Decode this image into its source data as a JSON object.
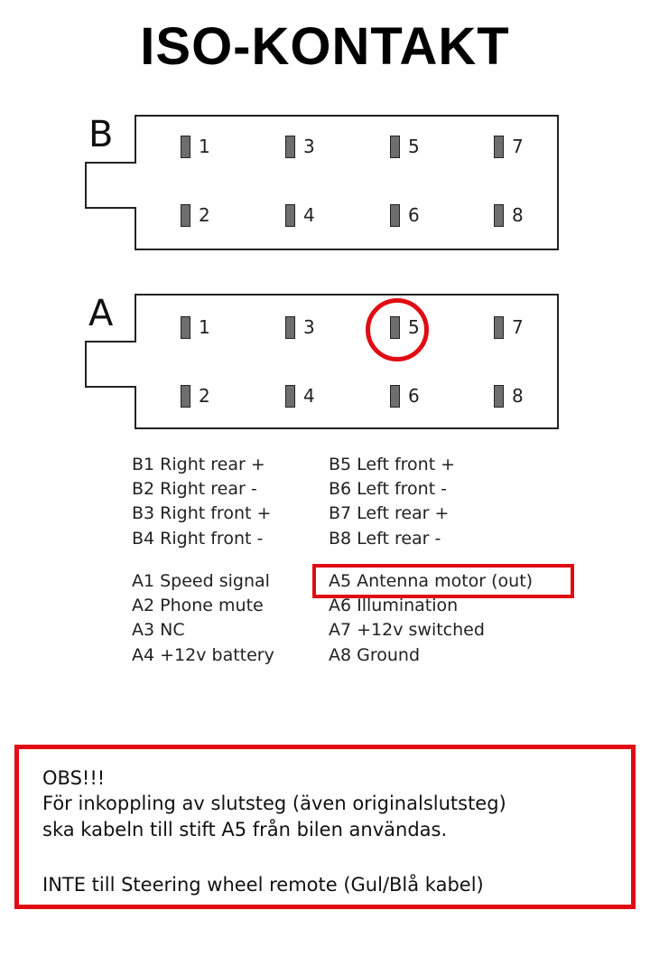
{
  "title": "ISO-KONTAKT",
  "connectors": [
    {
      "label": "B",
      "pins": [
        "1",
        "2",
        "3",
        "4",
        "5",
        "6",
        "7",
        "8"
      ]
    },
    {
      "label": "A",
      "pins": [
        "1",
        "2",
        "3",
        "4",
        "5",
        "6",
        "7",
        "8"
      ],
      "highlighted_pin": "5"
    }
  ],
  "legend": {
    "b_left": [
      "B1 Right rear +",
      "B2 Right rear -",
      "B3 Right front +",
      "B4 Right front -"
    ],
    "b_right": [
      "B5 Left front +",
      "B6 Left front -",
      "B7 Left rear +",
      "B8 Left rear -"
    ],
    "a_left": [
      "A1 Speed signal",
      "A2 Phone mute",
      "A3 NC",
      "A4 +12v battery"
    ],
    "a_right": [
      "A5 Antenna motor (out)",
      "A6 Illumination",
      "A7 +12v switched",
      "A8 Ground"
    ]
  },
  "note": {
    "lines": [
      "OBS!!!",
      "För inkoppling av slutsteg (även originalslutsteg)",
      "ska kabeln till stift A5 från bilen användas.",
      "",
      "INTE till Steering wheel remote (Gul/Blå kabel)"
    ]
  },
  "colors": {
    "highlight": "#e10b14",
    "pin": "#6e6e6e"
  }
}
